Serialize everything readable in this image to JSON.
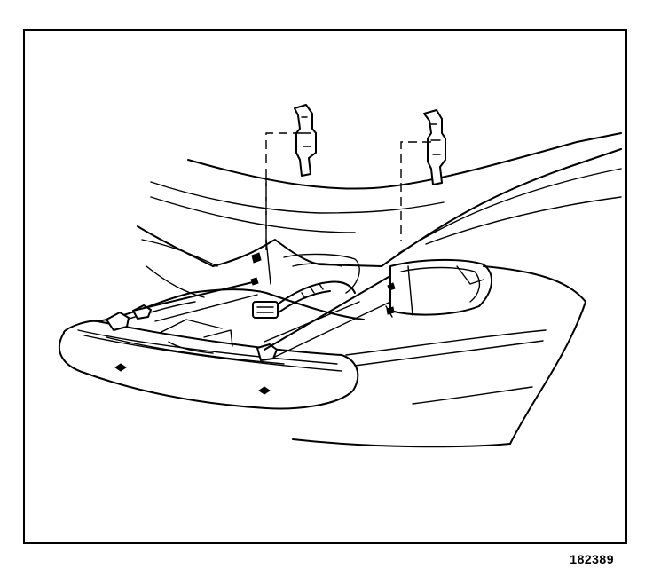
{
  "figure": {
    "figure_number": "182389"
  },
  "colors": {
    "line": "#000000",
    "background": "#ffffff"
  },
  "parts": [
    {
      "icon": "retaining-clip-icon",
      "position_word": "upper-left"
    },
    {
      "icon": "retaining-clip-icon",
      "position_word": "upper-right"
    },
    {
      "icon": "headlamp-assembly-icon"
    },
    {
      "icon": "fender-body-icon"
    }
  ]
}
